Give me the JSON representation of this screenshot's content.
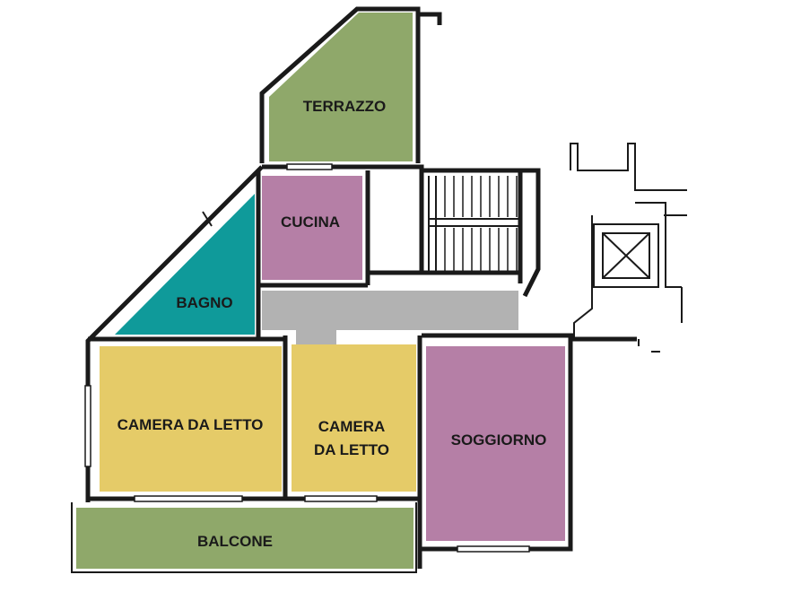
{
  "rooms": {
    "terrazzo": {
      "label": "TERRAZZO",
      "color": "#8fa86a"
    },
    "cucina": {
      "label": "CUCINA",
      "color": "#b57fa6"
    },
    "bagno": {
      "label": "BAGNO",
      "color": "#0f9a9a"
    },
    "corridoio": {
      "color": "#b2b2b2"
    },
    "camera_1": {
      "label": "CAMERA DA LETTO",
      "color": "#e5cb68"
    },
    "camera_2": {
      "line1": "CAMERA",
      "line2": "DA LETTO",
      "color": "#e5cb68"
    },
    "soggiorno": {
      "label": "SOGGIORNO",
      "color": "#b57fa6"
    },
    "balcone": {
      "label": "BALCONE",
      "color": "#8fa86a"
    }
  },
  "colors": {
    "wall": "#1a1a1a",
    "background": "#ffffff"
  }
}
